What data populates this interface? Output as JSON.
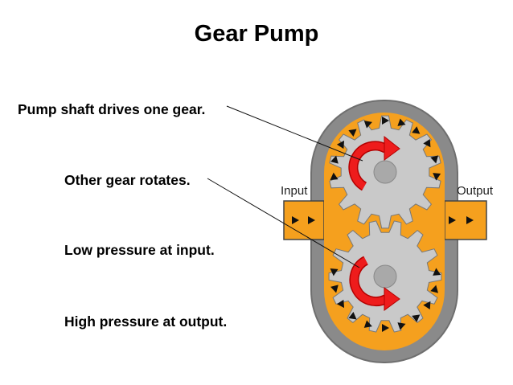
{
  "title": "Gear Pump",
  "bullets": [
    "Pump shaft drives one gear.",
    "Other gear rotates.",
    "Low pressure at input.",
    "High pressure at output."
  ],
  "diagram": {
    "input_label": "Input",
    "output_label": "Output",
    "colors": {
      "housing": "#8a8a8a",
      "fluid": "#f5a01e",
      "gear": "#c9c9c9",
      "arrow": "#ee1c1c",
      "shaft": "#a9a9a9"
    }
  }
}
